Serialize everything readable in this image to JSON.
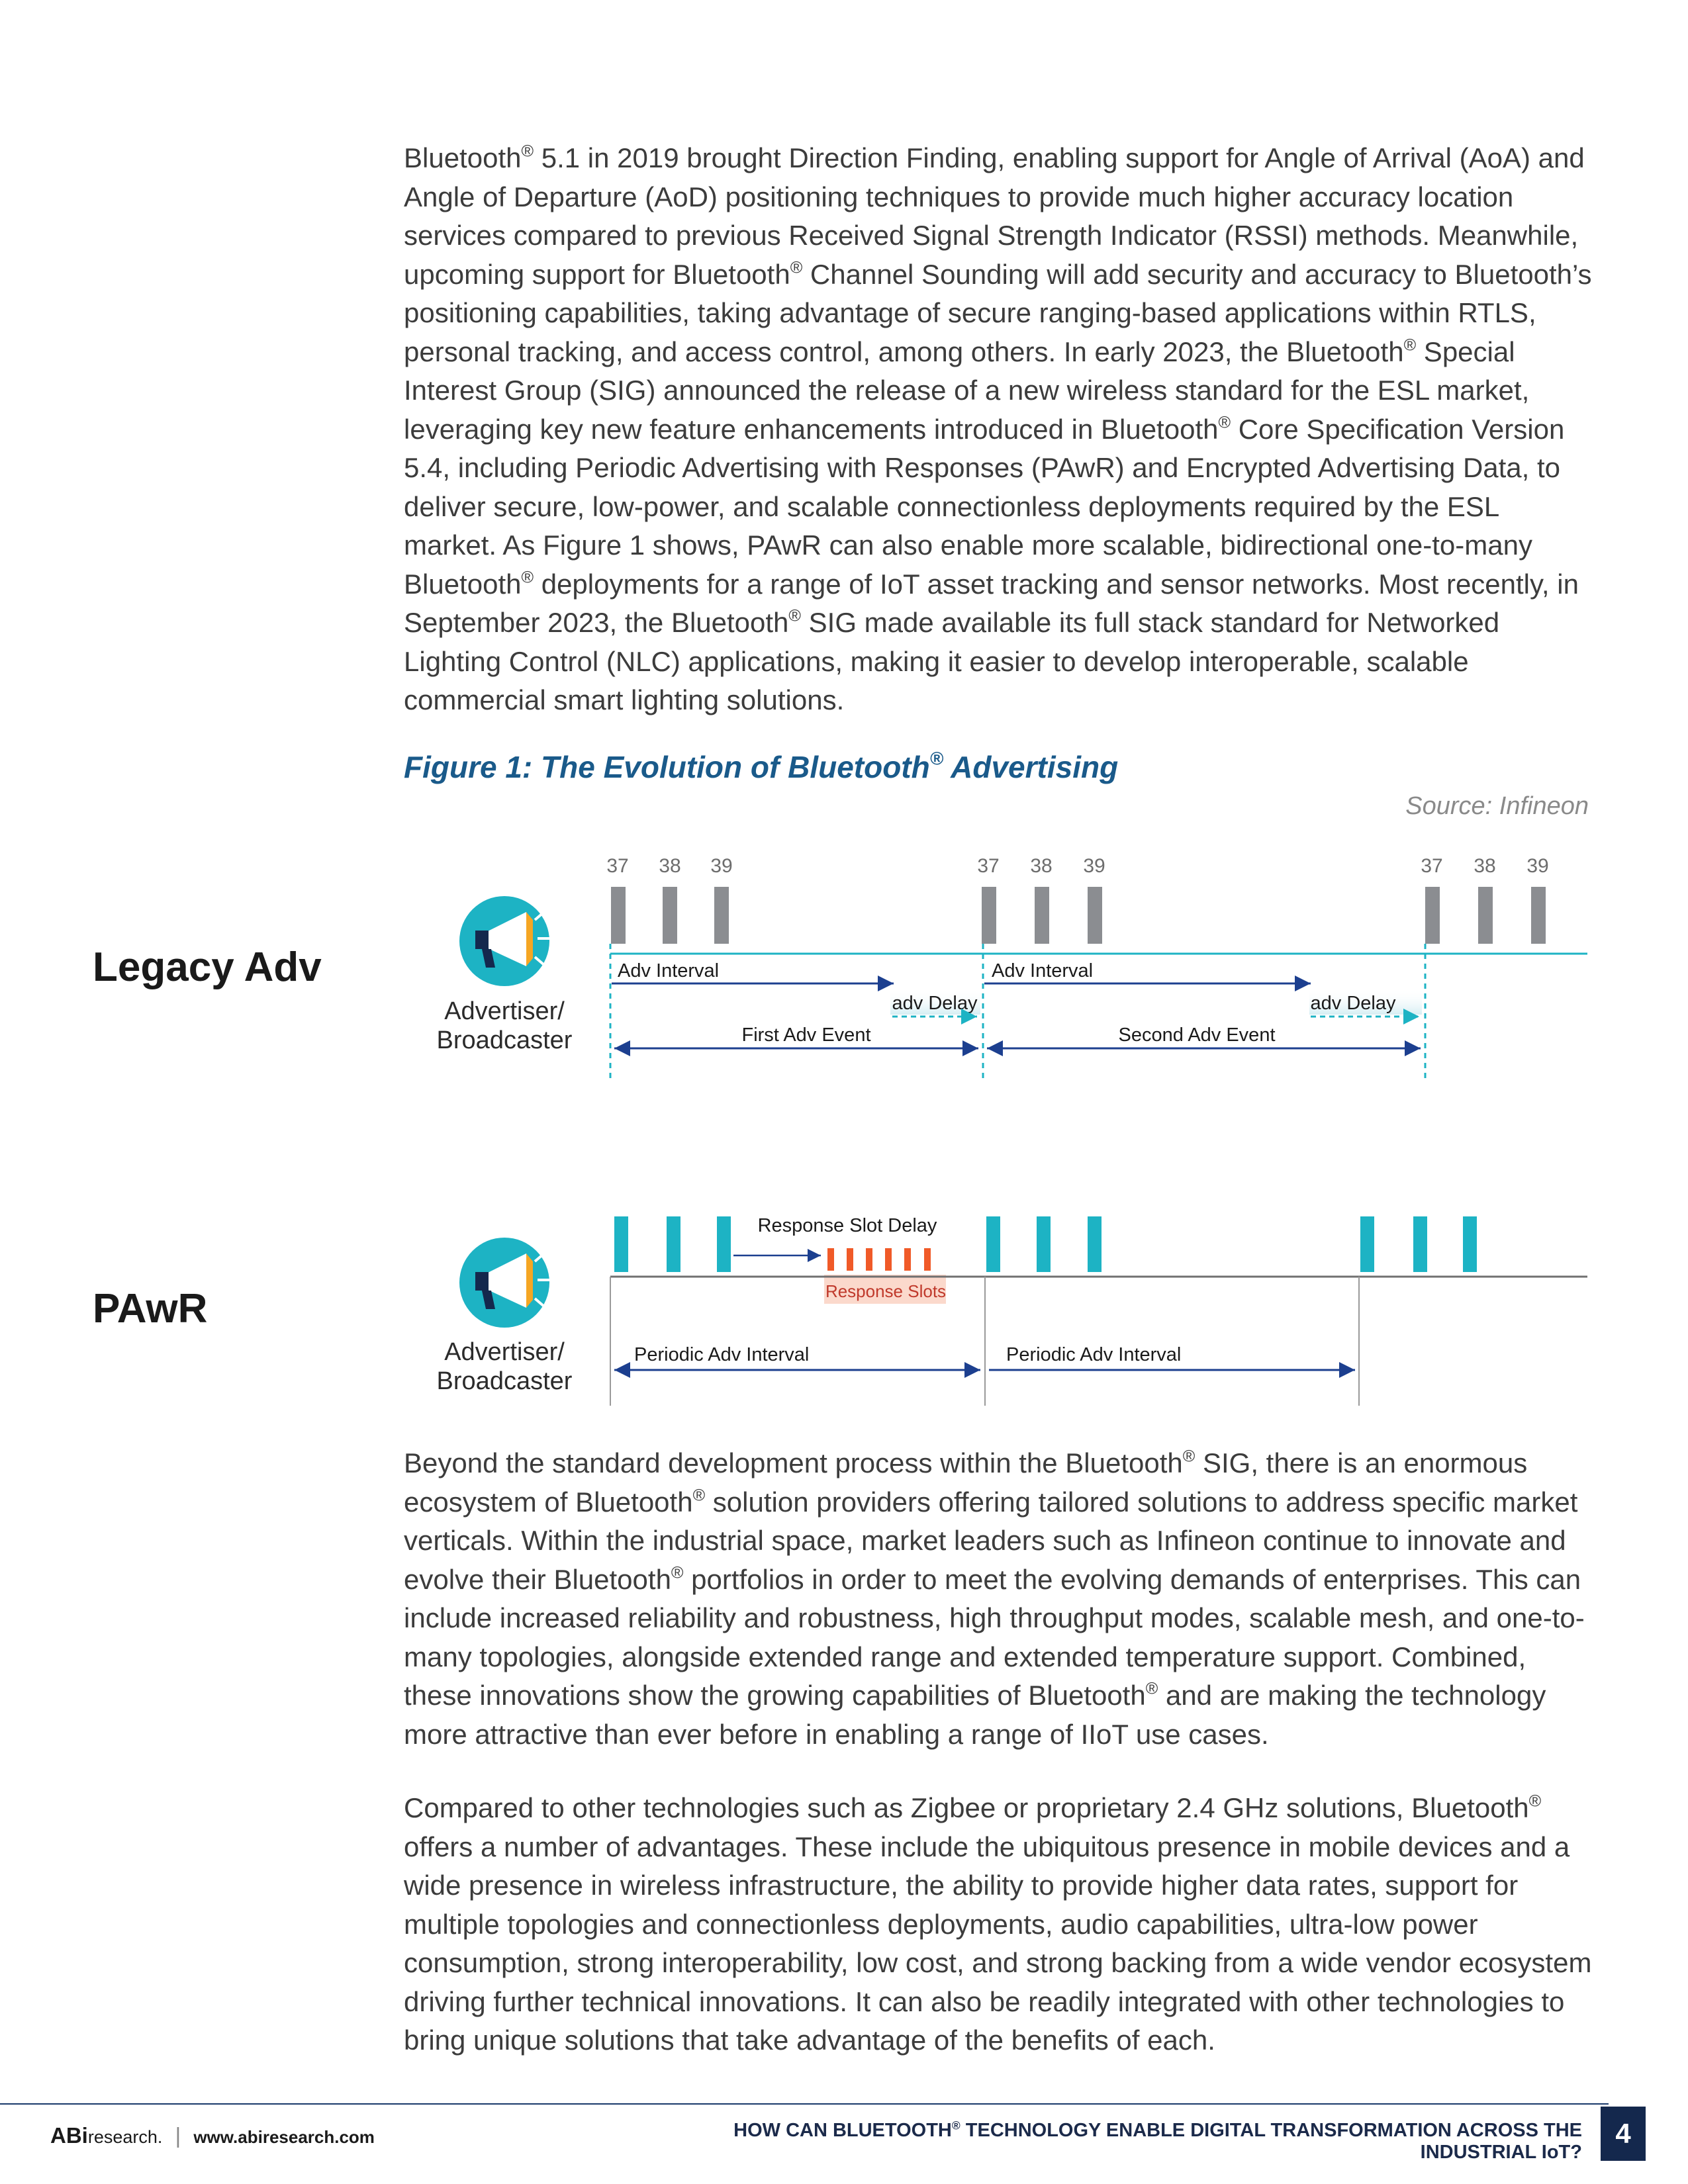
{
  "para1": "Bluetooth® 5.1 in 2019 brought Direction Finding, enabling support for Angle of Arrival (AoA) and Angle of Departure (AoD) positioning techniques to provide much higher accuracy location services compared to previous Received Signal Strength Indicator (RSSI) methods. Meanwhile, upcoming support for Bluetooth® Channel Sounding will add security and accuracy to Bluetooth’s positioning capabilities, taking advantage of secure ranging-based applications within RTLS, personal tracking, and access control, among others. In early 2023, the Bluetooth® Special Interest Group (SIG) announced the release of a new wireless standard for the ESL market, leveraging key new feature enhancements introduced in Bluetooth® Core Specification Version 5.4, including Periodic Advertising with Responses (PAwR) and Encrypted Advertising Data, to deliver secure, low-power, and scalable connectionless deployments required by the ESL market. As Figure 1 shows, PAwR can also enable more scalable, bidirectional one-to-many Bluetooth® deployments for a range of IoT asset tracking and sensor networks. Most recently, in September 2023, the Bluetooth® SIG made available its full stack standard for Networked Lighting Control (NLC) applications, making it easier to develop interoperable, scalable commercial smart lighting solutions.",
  "figure": {
    "title": "Figure 1: The Evolution of Bluetooth® Advertising",
    "source": "Source: Infineon",
    "legacy": {
      "row_label": "Legacy Adv",
      "actor_line1": "Advertiser/",
      "actor_line2": "Broadcaster",
      "channels": [
        "37",
        "38",
        "39"
      ],
      "adv_interval": "Adv Interval",
      "adv_delay": "adv Delay",
      "first_event": "First Adv Event",
      "second_event": "Second Adv Event"
    },
    "pawr": {
      "row_label": "PAwR",
      "actor_line1": "Advertiser/",
      "actor_line2": "Broadcaster",
      "response_slot_delay": "Response Slot Delay",
      "response_slots": "Response Slots",
      "periodic_interval": "Periodic Adv Interval"
    },
    "colors": {
      "teal": "#1db3c4",
      "gray_bar": "#8b8d91",
      "navy_arrow": "#1c3f8f",
      "orange_slot": "#f05a28",
      "salmon_bg": "#fbd9cc"
    }
  },
  "para2": "Beyond the standard development process within the Bluetooth® SIG, there is an enormous ecosystem of Bluetooth® solution providers offering tailored solutions to address specific market verticals. Within the industrial space, market leaders such as Infineon continue to innovate and evolve their Bluetooth® portfolios in order to meet the evolving demands of enterprises. This can include increased reliability and robustness, high throughput modes, scalable mesh, and one-to-many topologies, alongside extended range and extended temperature support. Combined, these innovations show the growing capabilities of Bluetooth® and are making the technology more attractive than ever before in enabling a range of IIoT use cases.",
  "para3": "Compared to other technologies such as Zigbee or proprietary 2.4 GHz solutions, Bluetooth® offers a number of advantages. These include the ubiquitous presence in mobile devices and a wide presence in wireless infrastructure, the ability to provide higher data rates, support for multiple topologies and connectionless deployments, audio capabilities, ultra-low power consumption, strong interoperability, low cost, and strong backing from a wide vendor ecosystem driving further technical innovations. It can also be readily integrated with other technologies to bring unique solutions that take advantage of the benefits of each.",
  "footer": {
    "logo_abi": "ABi",
    "logo_research": "research.",
    "separator": "|",
    "url": "www.abiresearch.com",
    "title": "HOW CAN BLUETOOTH® TECHNOLOGY ENABLE DIGITAL TRANSFORMATION ACROSS THE INDUSTRIAL IoT?",
    "page_number": "4"
  }
}
